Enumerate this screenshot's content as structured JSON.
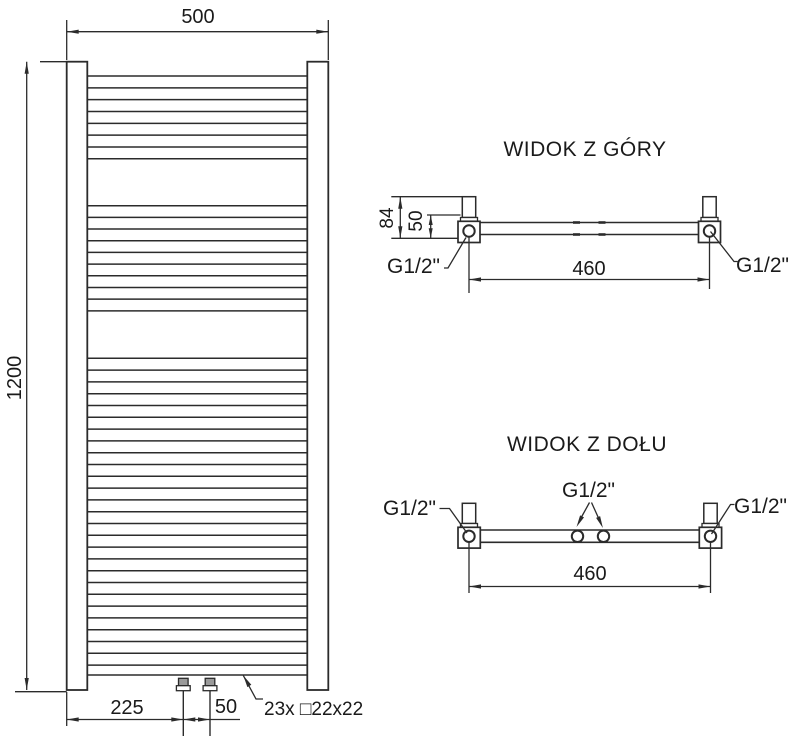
{
  "front_view": {
    "width": "500",
    "height": "1200",
    "valve_offset": "225",
    "valve_spacing": "50",
    "tube_note": "23x □22x22"
  },
  "top_view": {
    "title": "WIDOK Z GÓRY",
    "depth": "84",
    "bracket_depth": "50",
    "connection_spacing": "460",
    "left_connection": "G1/2\"",
    "right_connection": "G1/2\""
  },
  "bottom_view": {
    "title": "WIDOK Z DOŁU",
    "connection_spacing": "460",
    "left_connection": "G1/2\"",
    "center_connection": "G1/2\"",
    "right_connection": "G1/2\""
  },
  "colors": {
    "line": "#2b2b2b",
    "background": "#ffffff",
    "valve_fill": "#9a9a9a"
  }
}
